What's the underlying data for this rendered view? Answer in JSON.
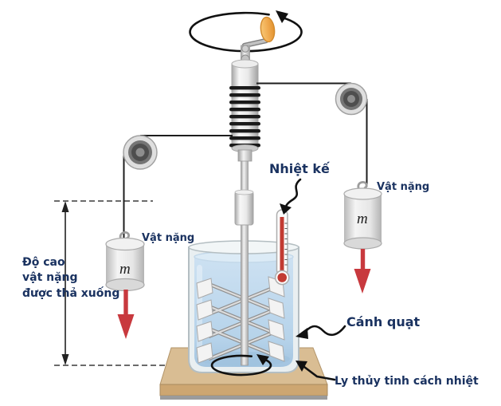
{
  "diagram": {
    "type": "physics-apparatus-illustration",
    "subject": "Joule mechanical-equivalent-of-heat experiment (falling weights spin a paddle wheel in water)",
    "labels": {
      "thermometer": "Nhiệt kế",
      "weight_left": "Vật nặng",
      "weight_right": "Vật nặng",
      "mass_symbol_left": "m",
      "mass_symbol_right": "m",
      "drop_height_line1": "Độ cao",
      "drop_height_line2": "vật nặng",
      "drop_height_line3": "được thả xuống",
      "paddle_wheel": "Cánh quạt",
      "insulated_glass": "Ly thủy tinh cách nhiệt"
    },
    "colors": {
      "label_text": "#1a3260",
      "weight_arrow_red": "#c8393e",
      "water_blue": "#bcd7ec",
      "wood_top": "#d9bd93",
      "wood_front": "#cda671",
      "crank_knob_orange": "#f0a94e",
      "rope_black": "#1d1d1d",
      "thermometer_red": "#c23b32"
    }
  }
}
